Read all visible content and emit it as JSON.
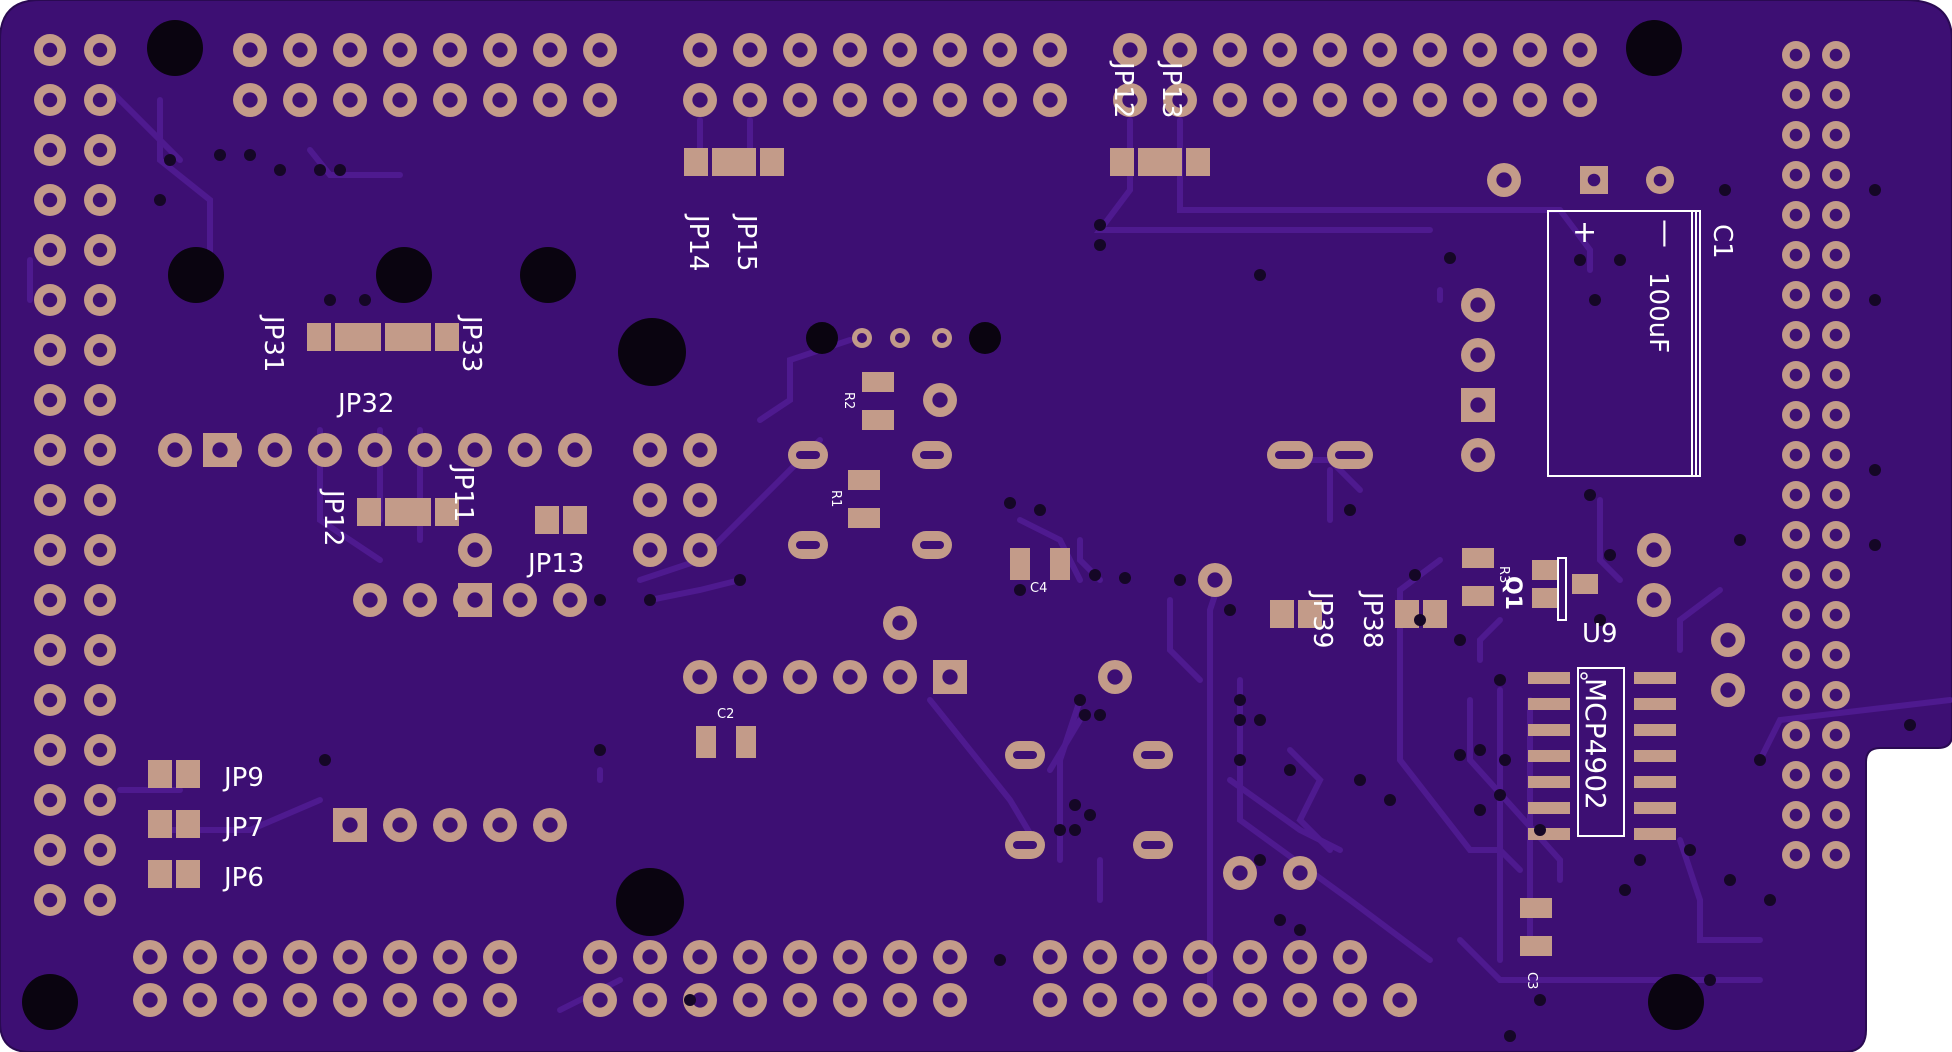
{
  "colors": {
    "background": "#ffffff",
    "board": "#3d0f73",
    "trace": "#4a1788",
    "pad": "#c39b89",
    "hole": "#0a0410",
    "silkscreen": "#ffffff"
  },
  "labels": {
    "jp14": "JP14",
    "jp15": "JP15",
    "jp12_top": "JP12",
    "jp13_top": "JP13",
    "jp31": "JP31",
    "jp32": "JP32",
    "jp33": "JP33",
    "jp11": "JP11",
    "jp12": "JP12",
    "jp13": "JP13",
    "jp9": "JP9",
    "jp7": "JP7",
    "jp6": "JP6",
    "jp38": "JP38",
    "jp39": "JP39",
    "c1": "C1",
    "c1_value": "100uF",
    "c1_plus": "+",
    "c1_minus": "|",
    "c2": "C2",
    "c3": "C3",
    "c4": "C4",
    "r1": "R1",
    "r2": "R2",
    "r3": "R3",
    "q1": "Q1",
    "u9": "U9",
    "mcp": "MCP4902"
  }
}
